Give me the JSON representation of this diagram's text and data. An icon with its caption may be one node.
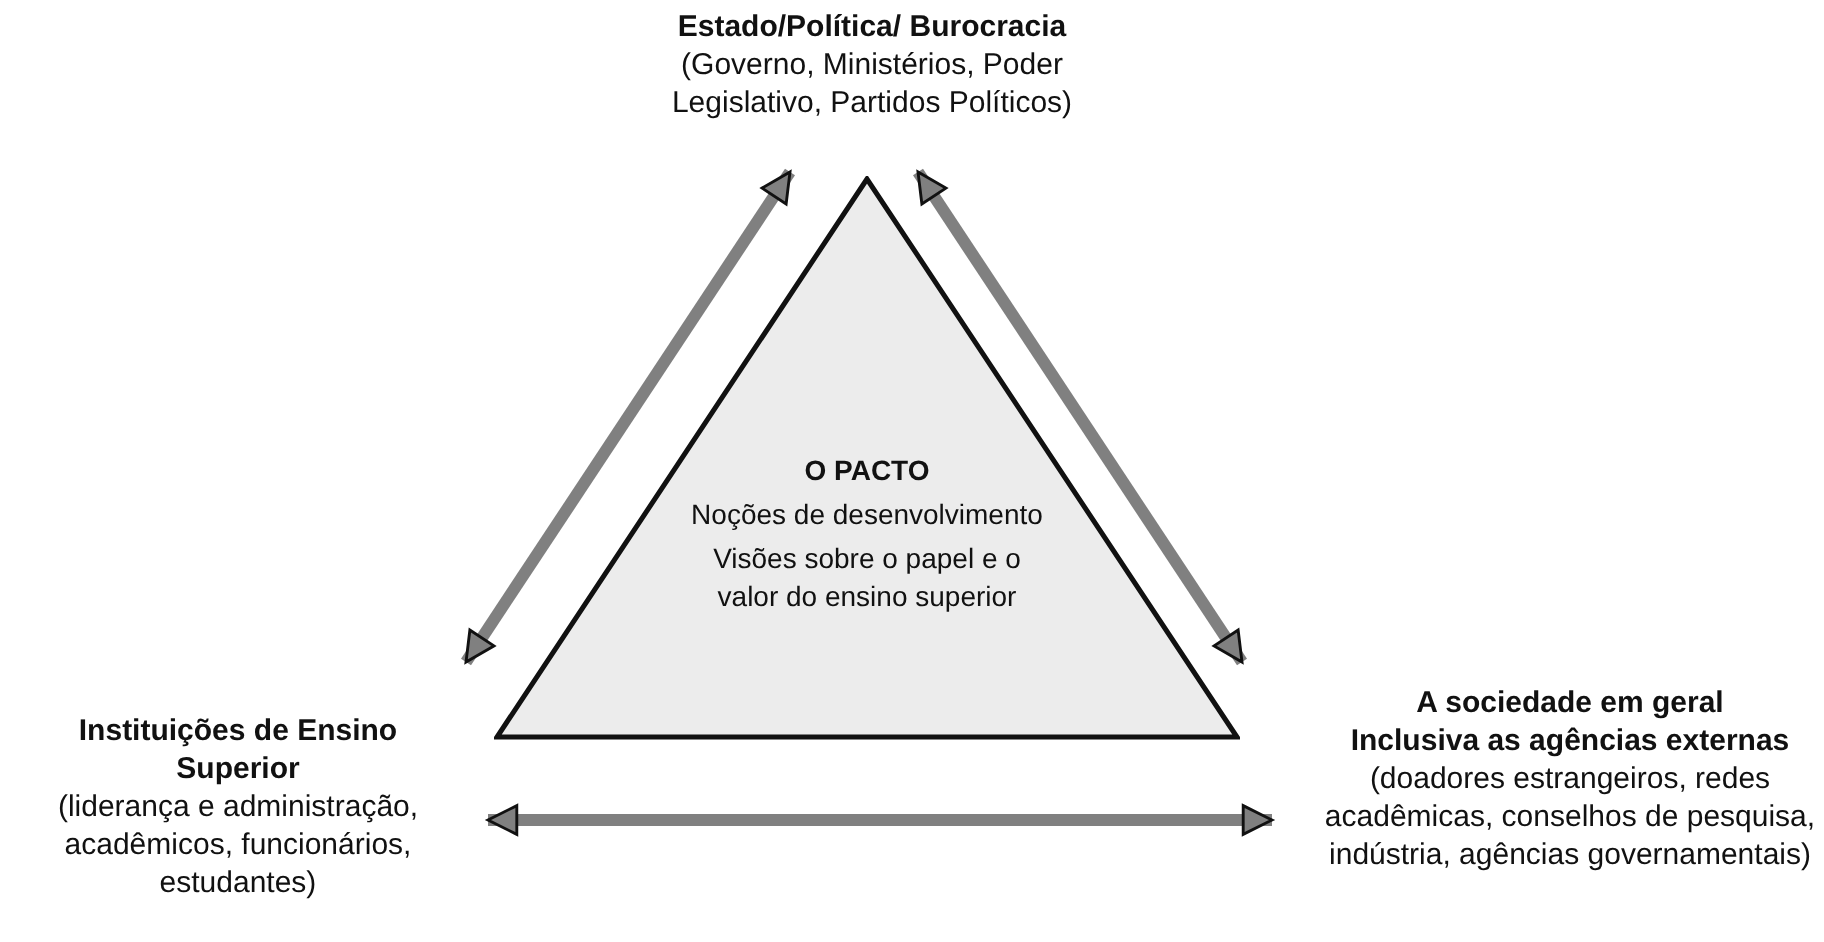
{
  "diagram": {
    "nodes": [
      {
        "text": [
          "Estado/Política/ Burocracia",
          "(Governo, Ministérios, Poder Legislativo, Partidos Políticos)"
        ]
      },
      {
        "text": [
          "O PACTO",
          "Noções de desenvolvimento",
          "Visões sobre o papel e o valor do ensino superior"
        ]
      },
      {
        "text": [
          "Instituições de Ensino Superior",
          "(liderança e administração, acadêmicos, funcionários, estudantes)"
        ]
      },
      {
        "text": [
          "A sociedade em geral",
          "Inclusiva as agências externas",
          "(doadores estrangeiros, redes acadêmicas, conselhos de pesquisa, indústria, agências governamentais)"
        ]
      }
    ],
    "edges": [
      {
        "from": 0,
        "to": 2,
        "arrow": "both"
      },
      {
        "from": 0,
        "to": 3,
        "arrow": "both"
      },
      {
        "from": 2,
        "to": 3,
        "arrow": "both"
      }
    ]
  }
}
